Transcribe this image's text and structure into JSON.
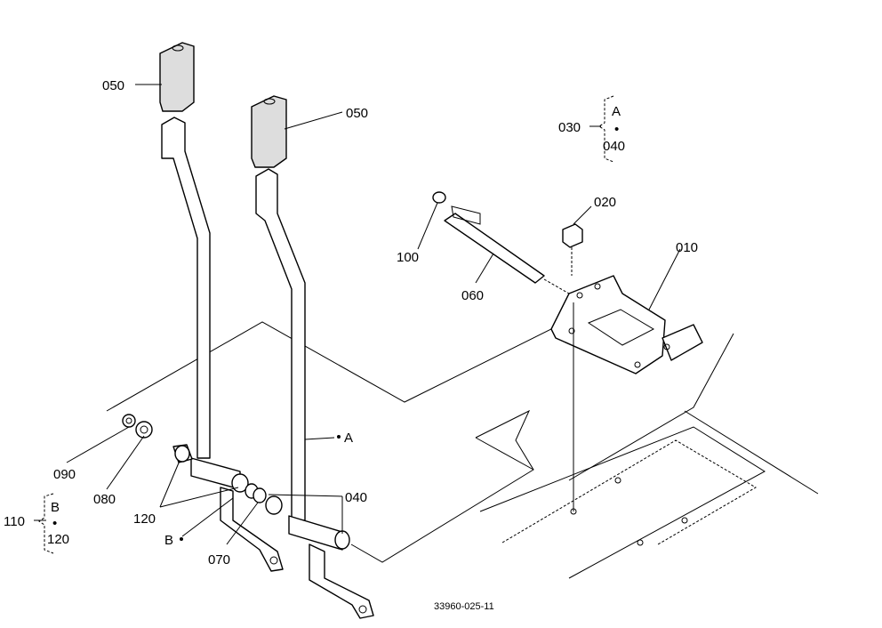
{
  "labels": {
    "l010": "010",
    "l020": "020",
    "l030": "030",
    "l040_top": "040",
    "l040_bottom": "040",
    "l050_left": "050",
    "l050_right": "050",
    "l060": "060",
    "l070": "070",
    "l080": "080",
    "l090": "090",
    "l100": "100",
    "l110": "110",
    "l120_a": "120",
    "l120_b": "120",
    "ref_a_leader": "A",
    "ref_b_leader": "B",
    "group_030_a": "A",
    "group_110_b": "B",
    "dot": "•"
  },
  "drawing_code": "33960-025-11"
}
